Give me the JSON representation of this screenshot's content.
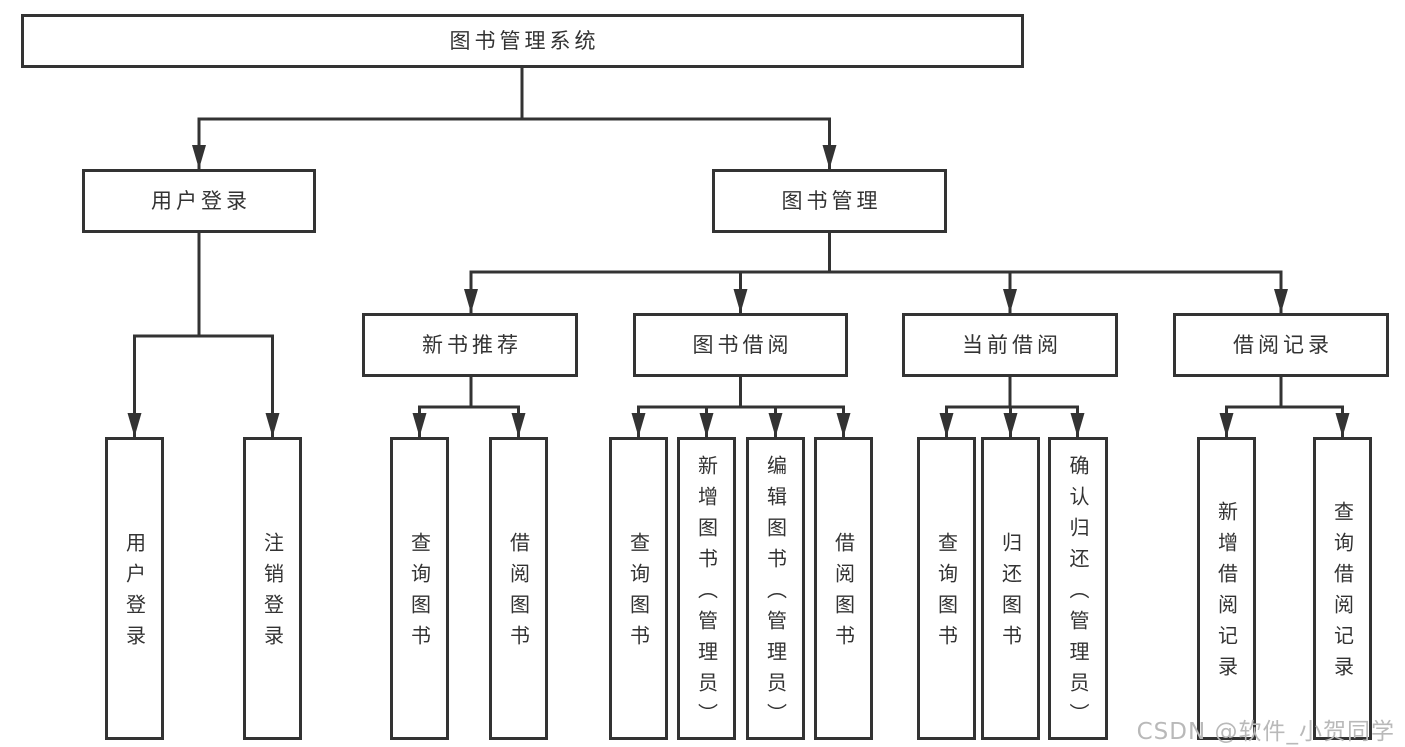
{
  "title": {
    "label": "图书管理系统"
  },
  "level2": [
    {
      "label": "用户登录"
    },
    {
      "label": "图书管理"
    }
  ],
  "level3": [
    {
      "label": "新书推荐"
    },
    {
      "label": "图书借阅"
    },
    {
      "label": "当前借阅"
    },
    {
      "label": "借阅记录"
    }
  ],
  "leaves": [
    {
      "label": "用户登录"
    },
    {
      "label": "注销登录"
    },
    {
      "label": "查询图书"
    },
    {
      "label": "借阅图书"
    },
    {
      "label": "查询图书"
    },
    {
      "label": "新增图书（管理员）"
    },
    {
      "label": "编辑图书（管理员）"
    },
    {
      "label": "借阅图书"
    },
    {
      "label": "查询图书"
    },
    {
      "label": "归还图书"
    },
    {
      "label": "确认归还（管理员）"
    },
    {
      "label": "新增借阅记录"
    },
    {
      "label": "查询借阅记录"
    }
  ],
  "watermark": {
    "text": "CSDN @软件_小贺同学"
  },
  "colors": {
    "line": "#333333",
    "text": "#333333",
    "box_background": "#ffffff",
    "page_background": "#ffffff",
    "watermark": "#b9b9b9"
  }
}
